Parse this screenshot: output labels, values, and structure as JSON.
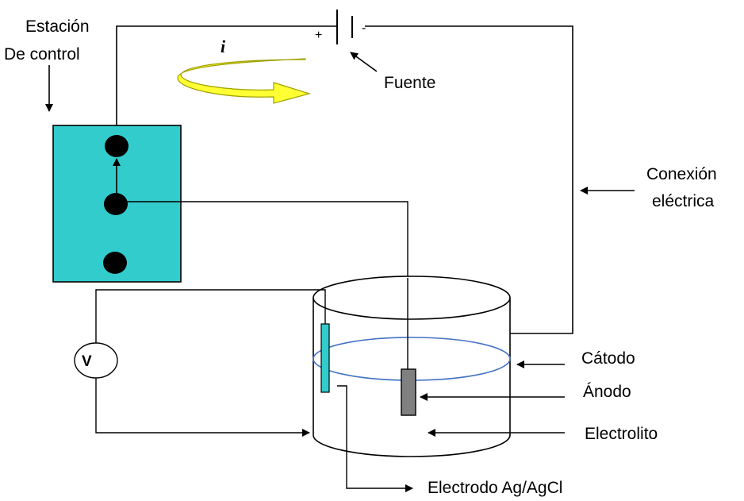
{
  "labels": {
    "station_line1": "Estación",
    "station_line2": "De control",
    "current": "i",
    "source": "Fuente",
    "plus": "+",
    "minus": "-",
    "connection_line1": "Conexión",
    "connection_line2": "eléctrica",
    "voltmeter": "V",
    "cathode": "Cátodo",
    "anode": "Ánodo",
    "electrolyte": "Electrolito",
    "reference_electrode": "Electrodo Ag/AgCl"
  },
  "colors": {
    "control_box": "#33cccc",
    "reference_electrode": "#33cccc",
    "anode": "#808080",
    "electrolyte_line": "#4472c4",
    "current_arrow": "#ffff33",
    "current_arrow_outline": "#a0a000",
    "wire": "#000000"
  }
}
